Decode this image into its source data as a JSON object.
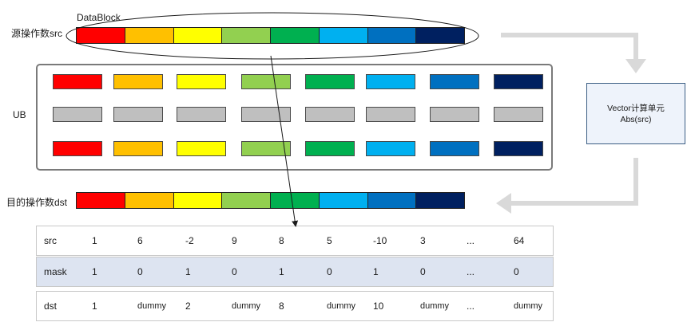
{
  "labels": {
    "datablock": "DataBlock",
    "src": "源操作数src",
    "ub": "UB",
    "dst": "目的操作数dst"
  },
  "vector_unit": {
    "line1": "Vector计算单元",
    "line2": "Abs(src)"
  },
  "colors": {
    "block_sequence": [
      "#ff0000",
      "#ffc000",
      "#ffff00",
      "#92d050",
      "#00b050",
      "#00b0f0",
      "#0070c0",
      "#002060"
    ],
    "ub_gray": "#bfbfbf",
    "arrow_gray": "#d9d9d9",
    "table_shade": "#dde4f1"
  },
  "table": {
    "rows": [
      {
        "name": "src",
        "cells": [
          "1",
          "6",
          "-2",
          "9",
          "8",
          "5",
          "-10",
          "3",
          "...",
          "64"
        ]
      },
      {
        "name": "mask",
        "cells": [
          "1",
          "0",
          "1",
          "0",
          "1",
          "0",
          "1",
          "0",
          "...",
          "0"
        ]
      },
      {
        "name": "dst",
        "cells": [
          "1",
          "dummy",
          "2",
          "dummy",
          "8",
          "dummy",
          "10",
          "dummy",
          "...",
          "dummy"
        ]
      }
    ]
  }
}
